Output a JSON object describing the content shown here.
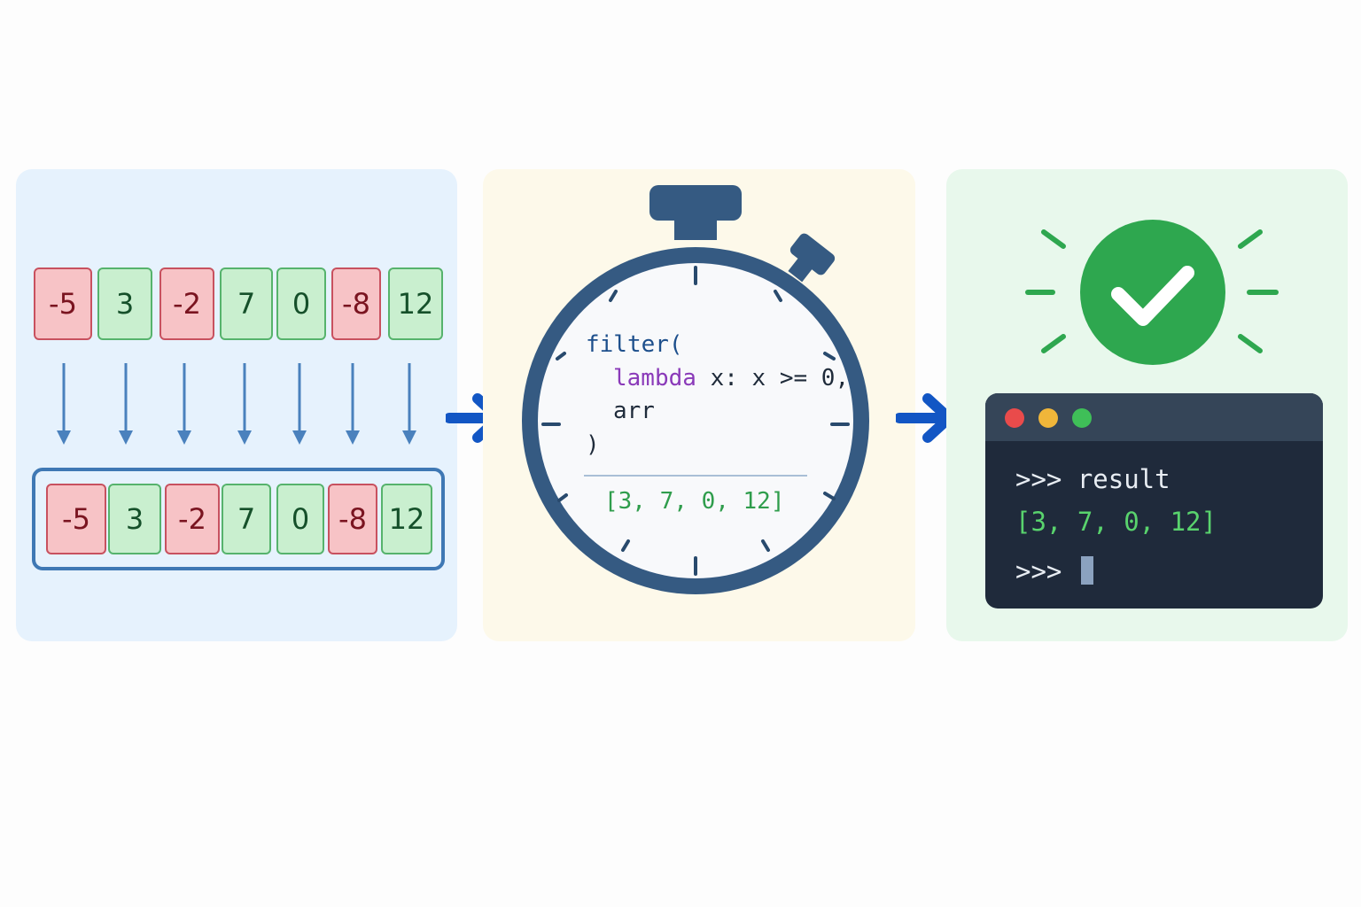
{
  "input_array": [
    {
      "value": "-5",
      "kind": "negative"
    },
    {
      "value": "3",
      "kind": "positive"
    },
    {
      "value": "-2",
      "kind": "negative"
    },
    {
      "value": "7",
      "kind": "positive"
    },
    {
      "value": "0",
      "kind": "positive"
    },
    {
      "value": "-8",
      "kind": "negative"
    },
    {
      "value": "12",
      "kind": "positive"
    }
  ],
  "stopwatch_code": {
    "line1": "filter(",
    "line2_keyword": "lambda",
    "line2_rest": " x: x >= 0,",
    "line3": "arr",
    "line4": ")",
    "result": "[3, 7, 0, 12]"
  },
  "terminal": {
    "prompt_line": ">>> result",
    "output_line": "[3, 7, 0, 12]",
    "prompt": ">>>"
  },
  "colors": {
    "negative_fill": "#f7c3c6",
    "positive_fill": "#c9efcf",
    "accent_blue": "#1256c4",
    "stopwatch_body": "#355a82",
    "success_green": "#2ea74f",
    "terminal_bg": "#1f2a3b"
  },
  "icons": [
    "down-arrow-icon",
    "right-arrow-icon",
    "stopwatch-icon",
    "check-circle-icon",
    "window-dots-icon"
  ]
}
